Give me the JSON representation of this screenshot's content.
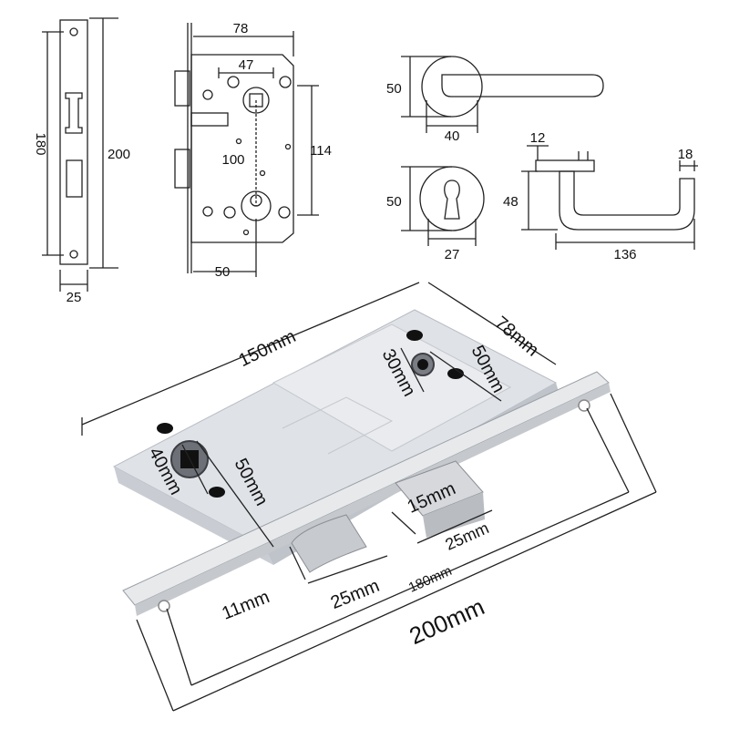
{
  "colors": {
    "background": "#ffffff",
    "line": "#222222",
    "metal": "#e6e9ee",
    "plate": "#eceef1"
  },
  "faceplate_view": {
    "length_label": "180",
    "overall_label": "200",
    "width_label": "25"
  },
  "body_view": {
    "width_label": "78",
    "spindle_offset_label": "47",
    "center_distance_label": "100",
    "height_label": "114",
    "backset_label": "50"
  },
  "rose_view": {
    "diameter_label": "50",
    "width_label": "40"
  },
  "escutcheon_view": {
    "diameter_label": "50",
    "width_label": "27"
  },
  "handle_side_view": {
    "plate_label": "12",
    "grip_label": "18",
    "height_label": "48",
    "length_label": "136"
  },
  "photo_labels": {
    "body_length": "150mm",
    "body_depth": "78mm",
    "cylinder_size": "30mm",
    "cylinder_backset": "50mm",
    "square_size": "40mm",
    "square_backset": "50mm",
    "deadbolt_throw": "15mm",
    "deadbolt_width": "25mm",
    "latch_throw": "11mm",
    "latch_width": "25mm",
    "hole_distance": "180mm",
    "faceplate_length": "200mm"
  }
}
